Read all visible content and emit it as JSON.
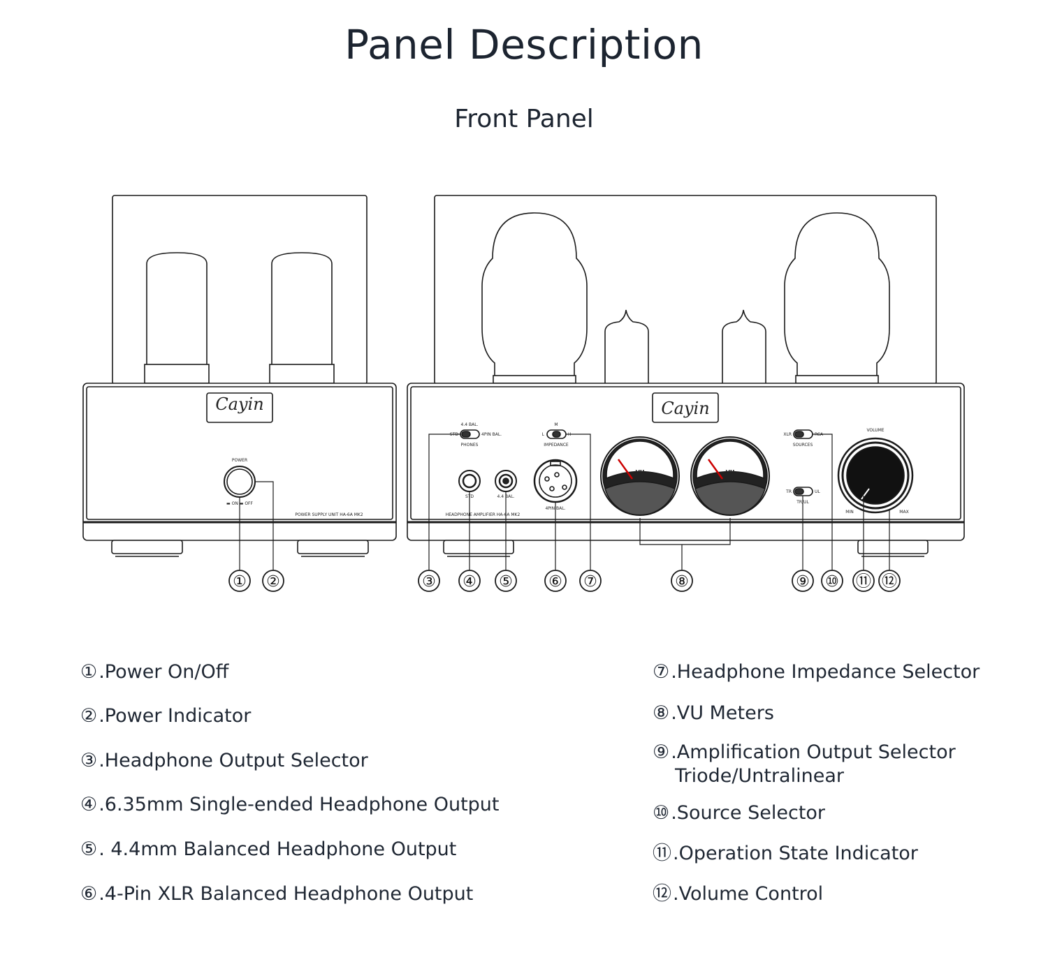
{
  "title": "Panel Description",
  "subtitle": "Front Panel",
  "labels": {
    "logo": "Cayin",
    "power": "POWER",
    "on_off": "▬ ON   ▬ OFF",
    "psu_model": "POWER SUPPLY UNIT HA-6A MK2",
    "amp_model": "HEADPHONE AMPLIFIER HA-6A MK2",
    "phones_top": "4.4 BAL.",
    "phones_std": "STD",
    "phones_4pin": "4PIN BAL.",
    "phones": "PHONES",
    "imp_m": "M",
    "imp_l": "L",
    "imp_h": "H",
    "impedance": "IMPEDANCE",
    "jack_std": "STD",
    "jack_44": "4.4 BAL.",
    "xlr": "4PIN BAL.",
    "vu": "VU",
    "src_xlr": "XLR",
    "src_rca": "RCA",
    "sources": "SOURCES",
    "tr": "TR",
    "ul": "UL",
    "trul": "TR/UL",
    "volume": "VOLUME",
    "min": "MIN",
    "max": "MAX"
  },
  "callouts": [
    "①",
    "②",
    "③",
    "④",
    "⑤",
    "⑥",
    "⑦",
    "⑧",
    "⑨",
    "⑩",
    "⑪",
    "⑫"
  ],
  "legend_left": [
    {
      "num": "①",
      "text": ".Power On/Off"
    },
    {
      "num": "②",
      "text": ".Power Indicator"
    },
    {
      "num": "③",
      "text": ".Headphone Output Selector"
    },
    {
      "num": "④",
      "text": ".6.35mm Single-ended Headphone Output"
    },
    {
      "num": "⑤",
      "text": ". 4.4mm Balanced Headphone Output"
    },
    {
      "num": "⑥",
      "text": ".4-Pin XLR Balanced Headphone Output"
    }
  ],
  "legend_right": [
    {
      "num": "⑦",
      "text": ".Headphone Impedance Selector"
    },
    {
      "num": "⑧",
      "text": ".VU Meters"
    },
    {
      "num": "⑨",
      "text": ".Amplification Output Selector",
      "text2": "Triode/Untralinear"
    },
    {
      "num": "⑩",
      "text": ".Source Selector"
    },
    {
      "num": "⑪",
      "text": ".Operation State Indicator"
    },
    {
      "num": "⑫",
      "text": ".Volume Control"
    }
  ]
}
